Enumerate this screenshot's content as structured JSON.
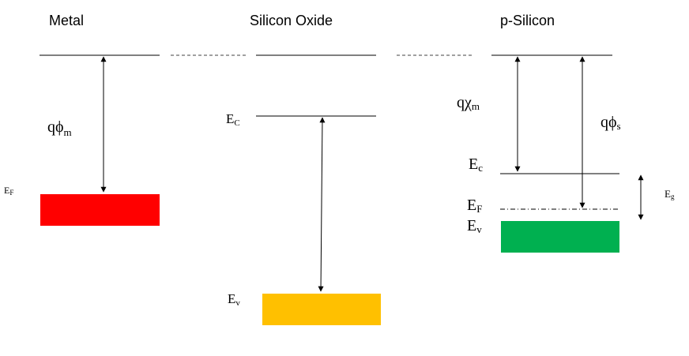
{
  "headers": {
    "metal": "Metal",
    "oxide": "Silicon Oxide",
    "silicon": "p-Silicon"
  },
  "labels": {
    "metal_ef": {
      "main": "E",
      "sub": "F"
    },
    "metal_work_function": {
      "main": "qϕ",
      "sub": "m"
    },
    "oxide_ec": {
      "main": "E",
      "sub": "C"
    },
    "oxide_ev": {
      "main": "E",
      "sub": "v"
    },
    "si_chi": {
      "main": "qχ",
      "sub": "m"
    },
    "si_work_function": {
      "main": "qϕ",
      "sub": "s"
    },
    "si_ec": {
      "main": "E",
      "sub": "c"
    },
    "si_ef": {
      "main": "E",
      "sub": "F"
    },
    "si_ev": {
      "main": "E",
      "sub": "v"
    },
    "si_eg": {
      "main": "E",
      "sub": "g"
    }
  },
  "colors": {
    "metal_band": "#ff0000",
    "oxide_band": "#ffc000",
    "silicon_band": "#00b050",
    "lines": "#000000",
    "dashed": "#808080"
  }
}
